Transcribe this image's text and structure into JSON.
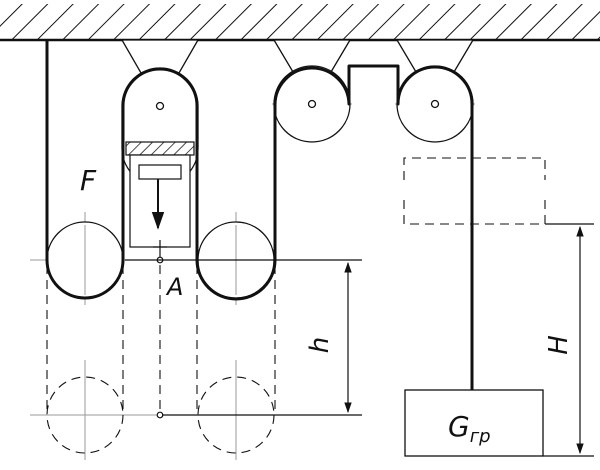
{
  "labels": {
    "force": "F",
    "point": "A",
    "small_height": "h",
    "large_height": "H",
    "weight_main": "G",
    "weight_sub": "гр"
  },
  "colors": {
    "stroke": "#111111",
    "center_line": "#9a9a9a",
    "background": "#ffffff"
  }
}
